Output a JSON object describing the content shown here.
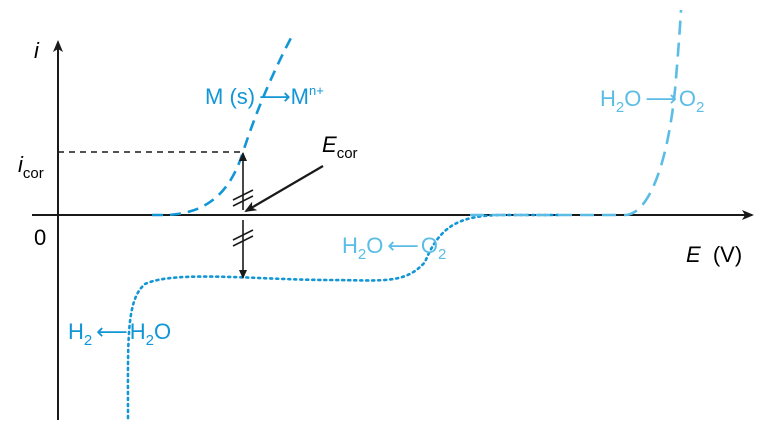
{
  "colors": {
    "axis": "#1a1a1a",
    "metal": "#1296d6",
    "water_oxidation": "#5bbde6",
    "oxygen_reduction": "#5bbde6",
    "hydrogen": "#1296d6"
  },
  "axes": {
    "y_label": "i",
    "x_label_main": "E",
    "x_label_unit": "(V)",
    "origin_label": "0"
  },
  "icor": {
    "main": "i",
    "sub": "cor"
  },
  "ecor": {
    "main": "E",
    "sub": "cor"
  },
  "reactions": {
    "metal": {
      "left": "M (s)",
      "arrow": "⟶",
      "right": "M",
      "right_sup": "n+"
    },
    "water_ox": {
      "left_main": "H",
      "left_sub": "2",
      "left_rest": "O",
      "arrow": "⟶",
      "right_main": "O",
      "right_sub": "2"
    },
    "oxygen_red": {
      "left_main": "H",
      "left_sub": "2",
      "left_rest": "O",
      "arrow": "⟵",
      "right_main": "O",
      "right_sub": "2"
    },
    "hydrogen": {
      "left_main": "H",
      "left_sub": "2",
      "arrow": "⟵",
      "right_main": "H",
      "right_sub": "2",
      "right_rest": "O"
    }
  }
}
